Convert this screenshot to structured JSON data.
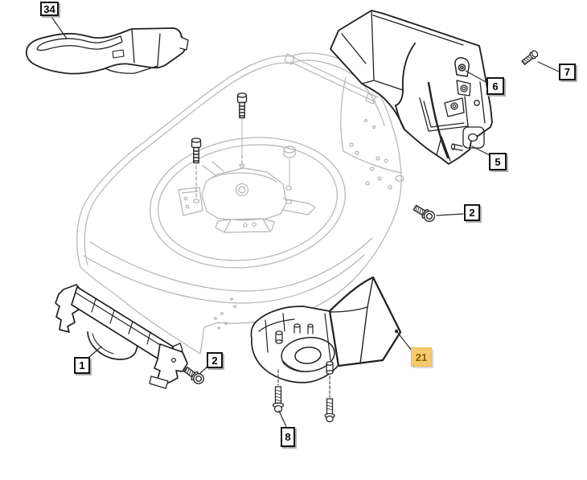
{
  "diagram": {
    "type": "exploded-parts-diagram",
    "background_color": "#ffffff",
    "part_line_color": "#222222",
    "deck_line_color": "#b4b4b4",
    "leader_line_color": "#2a2a2a",
    "callout_box": {
      "bg": "#ffffff",
      "border": "#141414",
      "shadow": "#b0b0b0",
      "text_color": "#000000"
    },
    "highlight_box": {
      "bg": "#f8ca6e",
      "border": "#edbd58",
      "text_color": "#856008"
    }
  },
  "callouts": [
    {
      "ref": "34",
      "highlighted": false
    },
    {
      "ref": "7",
      "highlighted": false
    },
    {
      "ref": "6",
      "highlighted": false
    },
    {
      "ref": "5",
      "highlighted": false
    },
    {
      "ref": "2",
      "highlighted": false
    },
    {
      "ref": "1",
      "highlighted": false
    },
    {
      "ref": "2",
      "highlighted": false
    },
    {
      "ref": "21",
      "highlighted": true
    },
    {
      "ref": "8",
      "highlighted": false
    }
  ]
}
